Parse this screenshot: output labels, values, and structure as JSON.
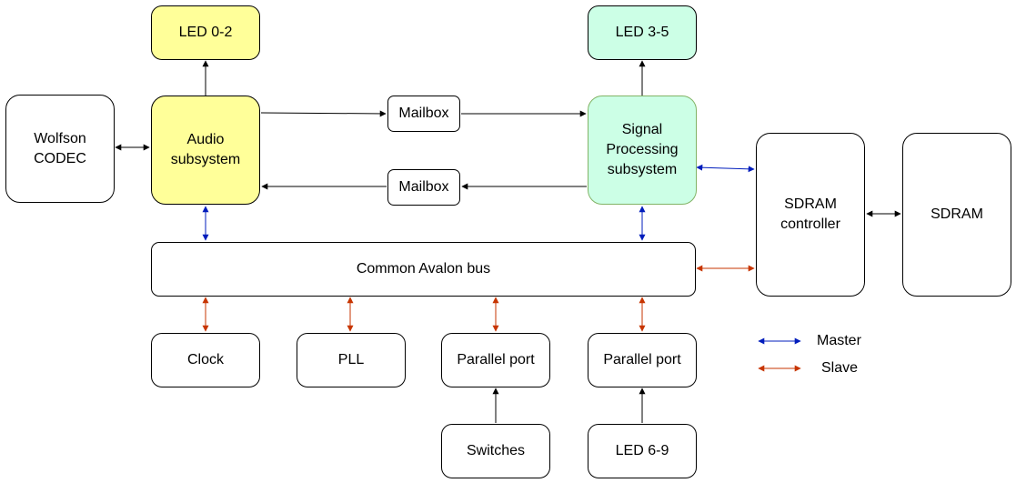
{
  "blocks": {
    "led_0_2": "LED 0-2",
    "led_3_5": "LED 3-5",
    "wolfson_codec": "Wolfson\nCODEC",
    "audio_subsystem": "Audio\nsubsystem",
    "mailbox_top": "Mailbox",
    "mailbox_bottom": "Mailbox",
    "signal_processing": "Signal\nProcessing\nsubsystem",
    "sdram_controller": "SDRAM\ncontroller",
    "sdram": "SDRAM",
    "avalon_bus": "Common Avalon bus",
    "clock": "Clock",
    "pll": "PLL",
    "parallel_port_1": "Parallel port",
    "parallel_port_2": "Parallel port",
    "switches": "Switches",
    "led_6_9": "LED 6-9"
  },
  "legend": {
    "master": "Master",
    "slave": "Slave"
  },
  "colors": {
    "master": "#001DBC",
    "slave": "#C73500",
    "audio_fill": "#FFFF99",
    "signal_fill": "#CCFFE6"
  }
}
